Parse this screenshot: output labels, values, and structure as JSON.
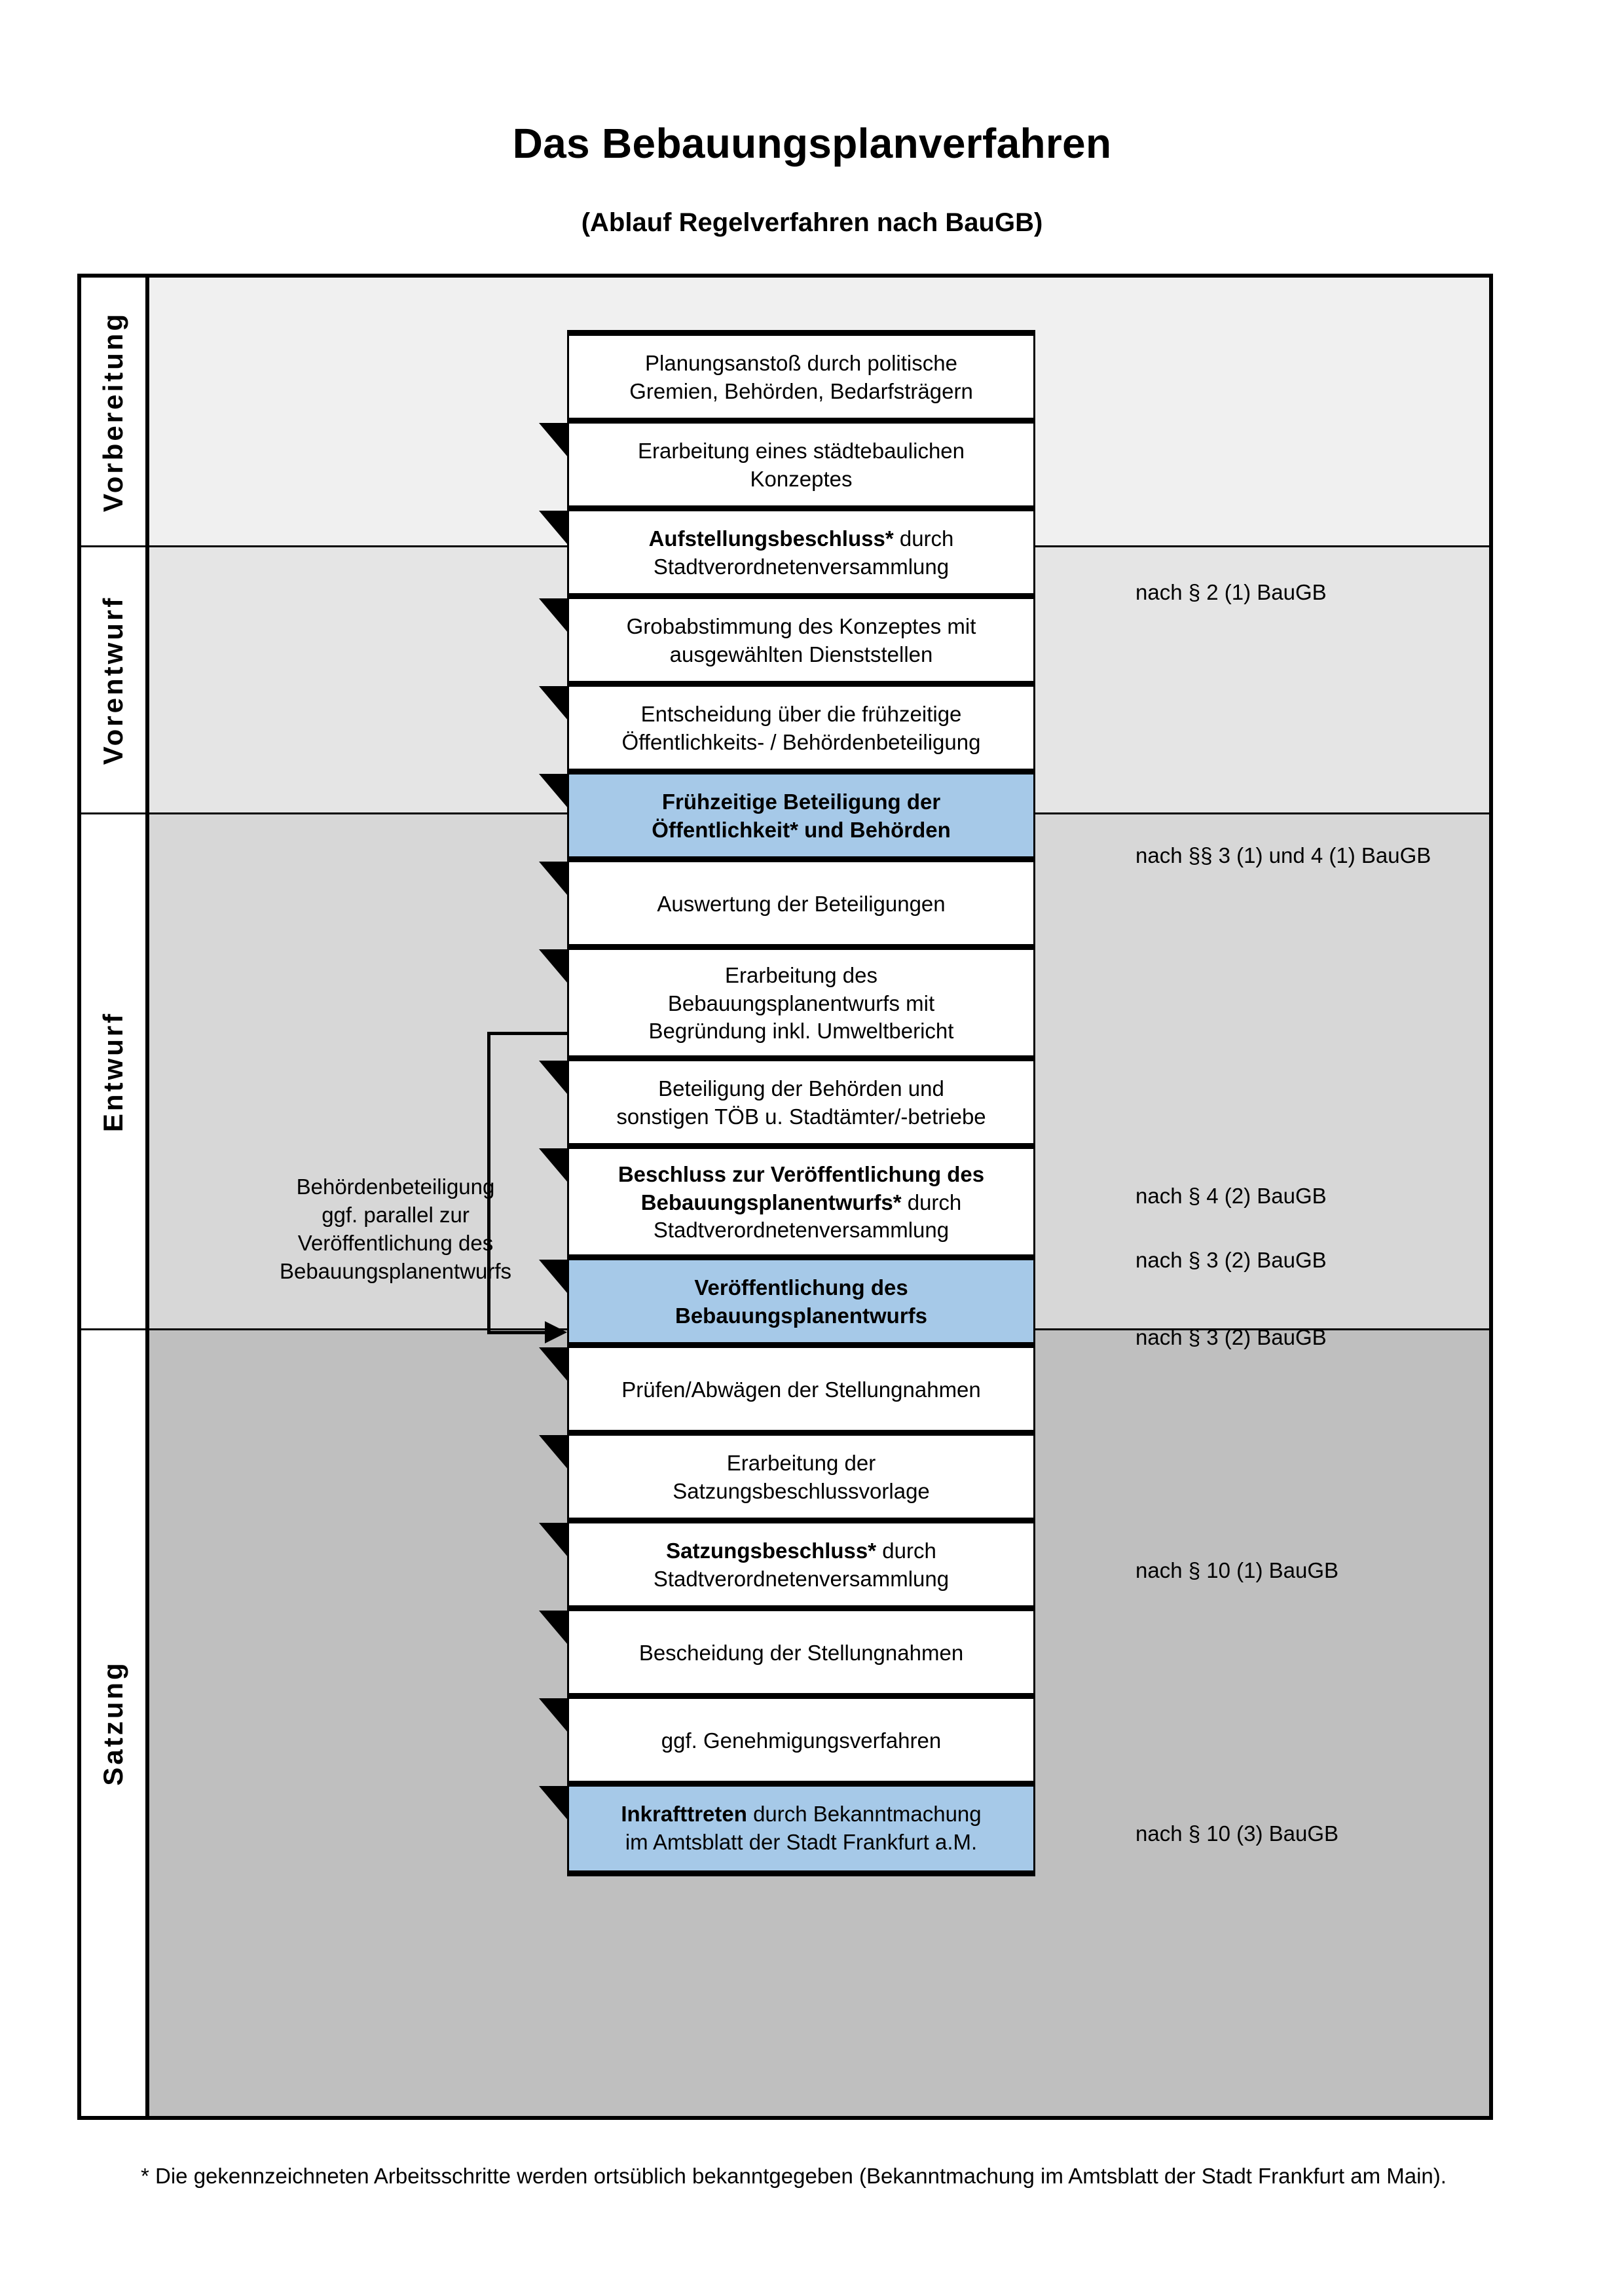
{
  "header": {
    "title": "Das Bebauungsplanverfahren",
    "subtitle": "(Ablauf Regelverfahren nach BauGB)"
  },
  "phases": [
    {
      "id": "vorbereitung",
      "label": "Vorbereitung",
      "band_color": "#f0f0f0"
    },
    {
      "id": "vorentwurf",
      "label": "Vorentwurf",
      "band_color": "#e5e5e5"
    },
    {
      "id": "entwurf",
      "label": "Entwurf",
      "band_color": "#d7d7d7"
    },
    {
      "id": "satzung",
      "label": "Satzung",
      "band_color": "#bfbfbf"
    }
  ],
  "steps": [
    {
      "id": "s1",
      "phase": "vorbereitung",
      "highlight": false,
      "line1": "Planungsanstoß durch politische",
      "line2": "Gremien, Behörden, Bedarfsträgern"
    },
    {
      "id": "s2",
      "phase": "vorbereitung",
      "highlight": false,
      "line1": "Erarbeitung eines städtebaulichen",
      "line2": "Konzeptes"
    },
    {
      "id": "s3",
      "phase": "vorbereitung",
      "highlight": false,
      "bold1": "Aufstellungsbeschluss*",
      "rest1": " durch",
      "line2": "Stadtverordnetenversammlung"
    },
    {
      "id": "s4",
      "phase": "vorentwurf",
      "highlight": false,
      "line1": "Grobabstimmung des Konzeptes mit",
      "line2": "ausgewählten Dienststellen"
    },
    {
      "id": "s5",
      "phase": "vorentwurf",
      "highlight": false,
      "line1": "Entscheidung über die frühzeitige",
      "line2": "Öffentlichkeits- / Behördenbeteiligung"
    },
    {
      "id": "s6",
      "phase": "vorentwurf",
      "highlight": true,
      "bold1": "Frühzeitige Beteiligung der",
      "bold2": "Öffentlichkeit* und Behörden"
    },
    {
      "id": "s7",
      "phase": "entwurf",
      "highlight": false,
      "line1": "Auswertung der Beteiligungen"
    },
    {
      "id": "s8",
      "phase": "entwurf",
      "highlight": false,
      "line1": "Erarbeitung des",
      "line2": "Bebauungsplanentwurfs mit",
      "line3": "Begründung inkl. Umweltbericht"
    },
    {
      "id": "s9",
      "phase": "entwurf",
      "highlight": false,
      "line1": "Beteiligung der Behörden und",
      "line2": "sonstigen TÖB u. Stadtämter/-betriebe"
    },
    {
      "id": "s10",
      "phase": "entwurf",
      "highlight": false,
      "bold1": "Beschluss zur Veröffentlichung des",
      "bold2": "Bebauungsplanentwurfs*",
      "rest2": " durch",
      "line3": "Stadtverordnetenversammlung"
    },
    {
      "id": "s11",
      "phase": "entwurf",
      "highlight": true,
      "bold1": "Veröffentlichung des",
      "bold2": "Bebauungsplanentwurfs"
    },
    {
      "id": "s12",
      "phase": "satzung",
      "highlight": false,
      "line1": "Prüfen/Abwägen der Stellungnahmen"
    },
    {
      "id": "s13",
      "phase": "satzung",
      "highlight": false,
      "line1": "Erarbeitung der",
      "line2": "Satzungsbeschlussvorlage"
    },
    {
      "id": "s14",
      "phase": "satzung",
      "highlight": false,
      "bold1": "Satzungsbeschluss*",
      "rest1": " durch",
      "line2": "Stadtverordnetenversammlung"
    },
    {
      "id": "s15",
      "phase": "satzung",
      "highlight": false,
      "line1": "Bescheidung der Stellungnahmen"
    },
    {
      "id": "s16",
      "phase": "satzung",
      "highlight": false,
      "line1": "ggf. Genehmigungsverfahren"
    },
    {
      "id": "s17",
      "phase": "satzung",
      "highlight": true,
      "bold1": "Inkrafttreten",
      "rest1": " durch Bekanntmachung",
      "line2": "im Amtsblatt der Stadt Frankfurt a.M."
    }
  ],
  "legal_notes": [
    {
      "id": "n1",
      "text": "nach § 2 (1) BauGB"
    },
    {
      "id": "n2",
      "text": "nach §§ 3 (1) und 4 (1) BauGB"
    },
    {
      "id": "n3",
      "text": "nach § 4 (2) BauGB"
    },
    {
      "id": "n4",
      "text": "nach § 3 (2) BauGB"
    },
    {
      "id": "n5",
      "text": "nach § 3 (2) BauGB"
    },
    {
      "id": "n6",
      "text": "nach § 10 (1) BauGB"
    },
    {
      "id": "n7",
      "text": "nach § 10 (3) BauGB"
    }
  ],
  "side_note": {
    "line1": "Behördenbeteiligung",
    "line2": "ggf. parallel zur",
    "line3": "Veröffentlichung des",
    "line4": "Bebauungsplanentwurfs"
  },
  "footnote": {
    "text": "* Die gekennzeichneten Arbeitsschritte werden ortsüblich bekanntgegeben (Bekanntmachung im Amtsblatt  der Stadt Frankfurt am Main)."
  },
  "colors": {
    "highlight_box": "#a6c9e8",
    "box_fill": "#ffffff",
    "stroke": "#000000"
  }
}
